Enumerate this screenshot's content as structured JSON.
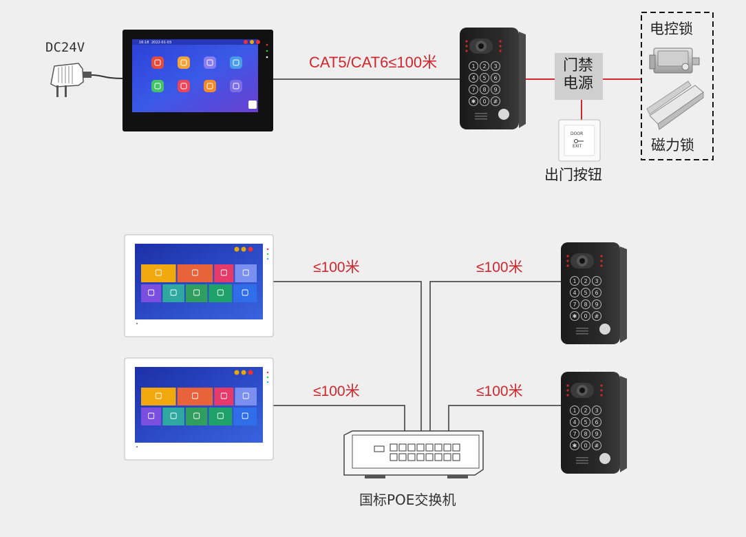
{
  "top": {
    "power_label": "DC24V",
    "cable_label": "CAT5/CAT6≤100米",
    "power_box_label_line1": "门禁",
    "power_box_label_line2": "电源",
    "exit_button_label": "出门按钮",
    "exit_button_face_line1": "DOOR",
    "exit_button_face_line2": "EXIT",
    "electric_lock_label": "电控锁",
    "magnetic_lock_label": "磁力锁",
    "monitor_time": "16:18",
    "monitor_date": "2022-01-03"
  },
  "bottom": {
    "distance_label": "≤100米",
    "switch_label": "国标POE交换机"
  },
  "keypad_keys": [
    "1",
    "2",
    "3",
    "4",
    "5",
    "6",
    "7",
    "8",
    "9",
    "✱",
    "0",
    "#"
  ],
  "colors": {
    "background": "#efefef",
    "accent_red": "#d0262c",
    "line": "#333333"
  }
}
